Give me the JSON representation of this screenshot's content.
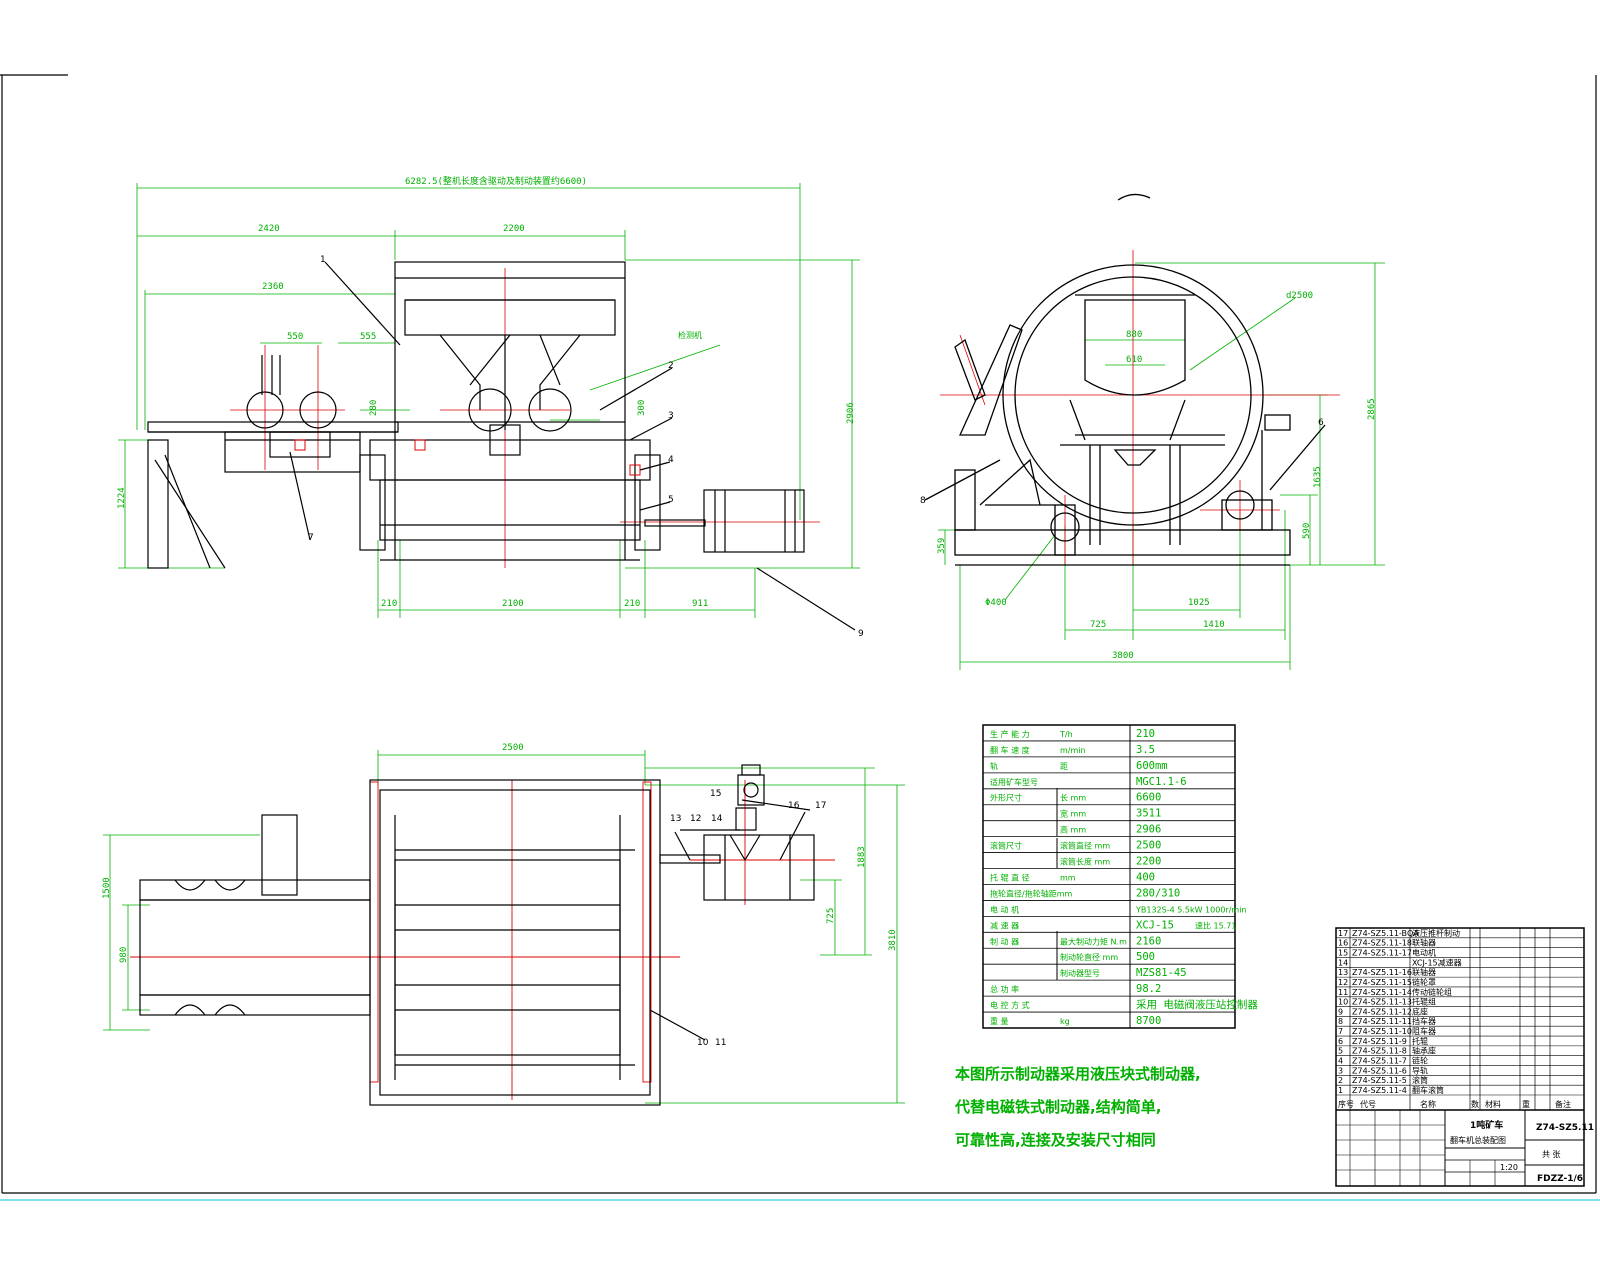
{
  "colors": {
    "geometry": "#000000",
    "dimension": "#00b000",
    "centerline": "#e00000",
    "sheet_edge": "#00c0e0"
  },
  "front_view": {
    "dims": {
      "overall": "6282.5(整机长度含驱动及制动装置约6600)",
      "d2420": "2420",
      "d2200": "2200",
      "d2360": "2360",
      "d550": "550",
      "d555": "555",
      "d280": "280",
      "d300": "300",
      "d2906": "2906",
      "d1224": "1224",
      "d210a": "210",
      "d2100": "2100",
      "d210b": "210",
      "d911": "911"
    },
    "callouts": [
      "1",
      "2",
      "3",
      "4",
      "5",
      "7",
      "9"
    ],
    "tag": "检测机"
  },
  "side_view": {
    "dims": {
      "d2500": "d2500",
      "d880": "880",
      "d610": "610",
      "d2865": "2865",
      "d1635": "1635",
      "d590": "590",
      "d359": "359",
      "d400": "Φ400",
      "d1025": "1025",
      "d725": "725",
      "d1410": "1410",
      "d3800": "3800"
    },
    "callouts": [
      "6",
      "8"
    ]
  },
  "plan_view": {
    "dims": {
      "d2500": "2500",
      "d1500": "1500",
      "d980": "980",
      "d1883": "1883",
      "d725": "725",
      "d3810": "3810"
    },
    "callouts": [
      "10",
      "11",
      "12",
      "13",
      "14",
      "15",
      "16",
      "17"
    ]
  },
  "spec_table": {
    "rows": [
      {
        "label": "生 产 能 力",
        "unit": "T/h",
        "value": "210"
      },
      {
        "label": "翻 车 速 度",
        "unit": "m/min",
        "value": "3.5"
      },
      {
        "label": "轨",
        "unit": "距",
        "value": "600mm"
      },
      {
        "label": "适用矿车型号",
        "unit": "",
        "value": "MGC1.1-6"
      },
      {
        "label": "外形尺寸",
        "unit": "长 mm",
        "value": "6600"
      },
      {
        "label": "",
        "unit": "宽 mm",
        "value": "3511"
      },
      {
        "label": "",
        "unit": "高 mm",
        "value": "2906"
      },
      {
        "label": "滚筒尺寸",
        "unit": "滚筒直径 mm",
        "value": "2500"
      },
      {
        "label": "",
        "unit": "滚筒长度 mm",
        "value": "2200"
      },
      {
        "label": "托 辊 直 径",
        "unit": "mm",
        "value": "400"
      },
      {
        "label": "拖轮直径/拖轮轴距mm",
        "unit": "",
        "value": "280/310"
      },
      {
        "label": "电 动 机",
        "unit": "",
        "value": "YB132S-4 5.5kW 1000r/min"
      },
      {
        "label": "减 速 器",
        "unit": "",
        "value": "XCJ-15",
        "extra": "速比 15.71"
      },
      {
        "label": "制 动 器",
        "unit": "最大制动力矩 N.m",
        "value": "2160"
      },
      {
        "label": "",
        "unit": "制动轮直径 mm",
        "value": "500"
      },
      {
        "label": "",
        "unit": "制动器型号",
        "value": "MZS81-45"
      },
      {
        "label": "总 功 率",
        "unit": "",
        "value": "98.2"
      },
      {
        "label": "电 控 方 式",
        "unit": "",
        "value": "采用 电磁阀液压站控制器"
      },
      {
        "label": "重 量",
        "unit": "kg",
        "value": "8700"
      }
    ]
  },
  "note_lines": [
    "本图所示制动器采用液压块式制动器,",
    "代替电磁铁式制动器,结构简单,",
    "可靠性高,连接及安装尺寸相同"
  ],
  "title_block": {
    "parts": [
      {
        "no": "17",
        "code": "Z74-SZ5.11-BQA",
        "name": "液压推杆制动"
      },
      {
        "no": "16",
        "code": "Z74-SZ5.11-18",
        "name": "联轴器"
      },
      {
        "no": "15",
        "code": "Z74-SZ5.11-17",
        "name": "电动机"
      },
      {
        "no": "14",
        "code": "",
        "name": "XCJ-15减速器"
      },
      {
        "no": "13",
        "code": "Z74-SZ5.11-16",
        "name": "联轴器"
      },
      {
        "no": "12",
        "code": "Z74-SZ5.11-15",
        "name": "链轮罩"
      },
      {
        "no": "11",
        "code": "Z74-SZ5.11-14",
        "name": "传动链轮组"
      },
      {
        "no": "10",
        "code": "Z74-SZ5.11-13",
        "name": "托辊组"
      },
      {
        "no": "9",
        "code": "Z74-SZ5.11-12",
        "name": "底座"
      },
      {
        "no": "8",
        "code": "Z74-SZ5.11-11",
        "name": "挡车器"
      },
      {
        "no": "7",
        "code": "Z74-SZ5.11-10",
        "name": "阻车器"
      },
      {
        "no": "6",
        "code": "Z74-SZ5.11-9",
        "name": "托辊"
      },
      {
        "no": "5",
        "code": "Z74-SZ5.11-8",
        "name": "轴承座"
      },
      {
        "no": "4",
        "code": "Z74-SZ5.11-7",
        "name": "链轮"
      },
      {
        "no": "3",
        "code": "Z74-SZ5.11-6",
        "name": "导轨"
      },
      {
        "no": "2",
        "code": "Z74-SZ5.11-5",
        "name": "滚筒"
      },
      {
        "no": "1",
        "code": "Z74-SZ5.11-4",
        "name": "翻车滚筒"
      }
    ],
    "header": [
      "序号",
      "代号",
      "名称",
      "数",
      "材料",
      "重",
      "备注"
    ],
    "title1": "1吨矿车",
    "title2": "翻车机总装配图",
    "drawing_no": "Z74-SZ5.11",
    "sheet": "共 张",
    "scale": "1:20",
    "code": "FDZZ-1/6"
  }
}
